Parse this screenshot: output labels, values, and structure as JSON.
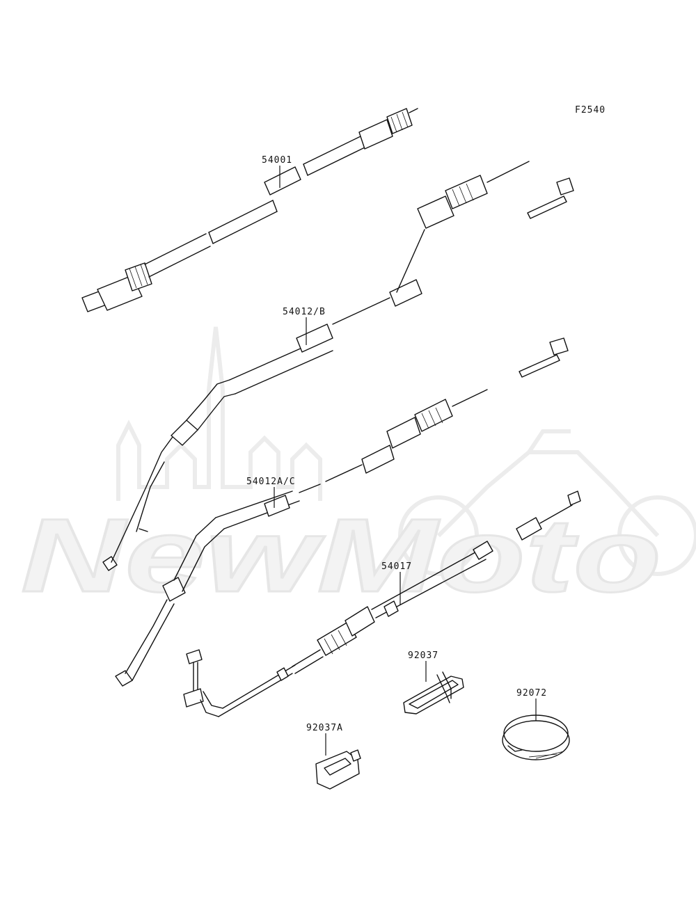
{
  "diagram": {
    "figure_code": "F2540",
    "watermark": {
      "text": "NewMoto",
      "color": "#ececec"
    },
    "parts": [
      {
        "number": "54001"
      },
      {
        "number": "54012/B"
      },
      {
        "number": "54012A/C"
      },
      {
        "number": "54017"
      },
      {
        "number": "92037"
      },
      {
        "number": "92037A"
      },
      {
        "number": "92072"
      }
    ]
  }
}
